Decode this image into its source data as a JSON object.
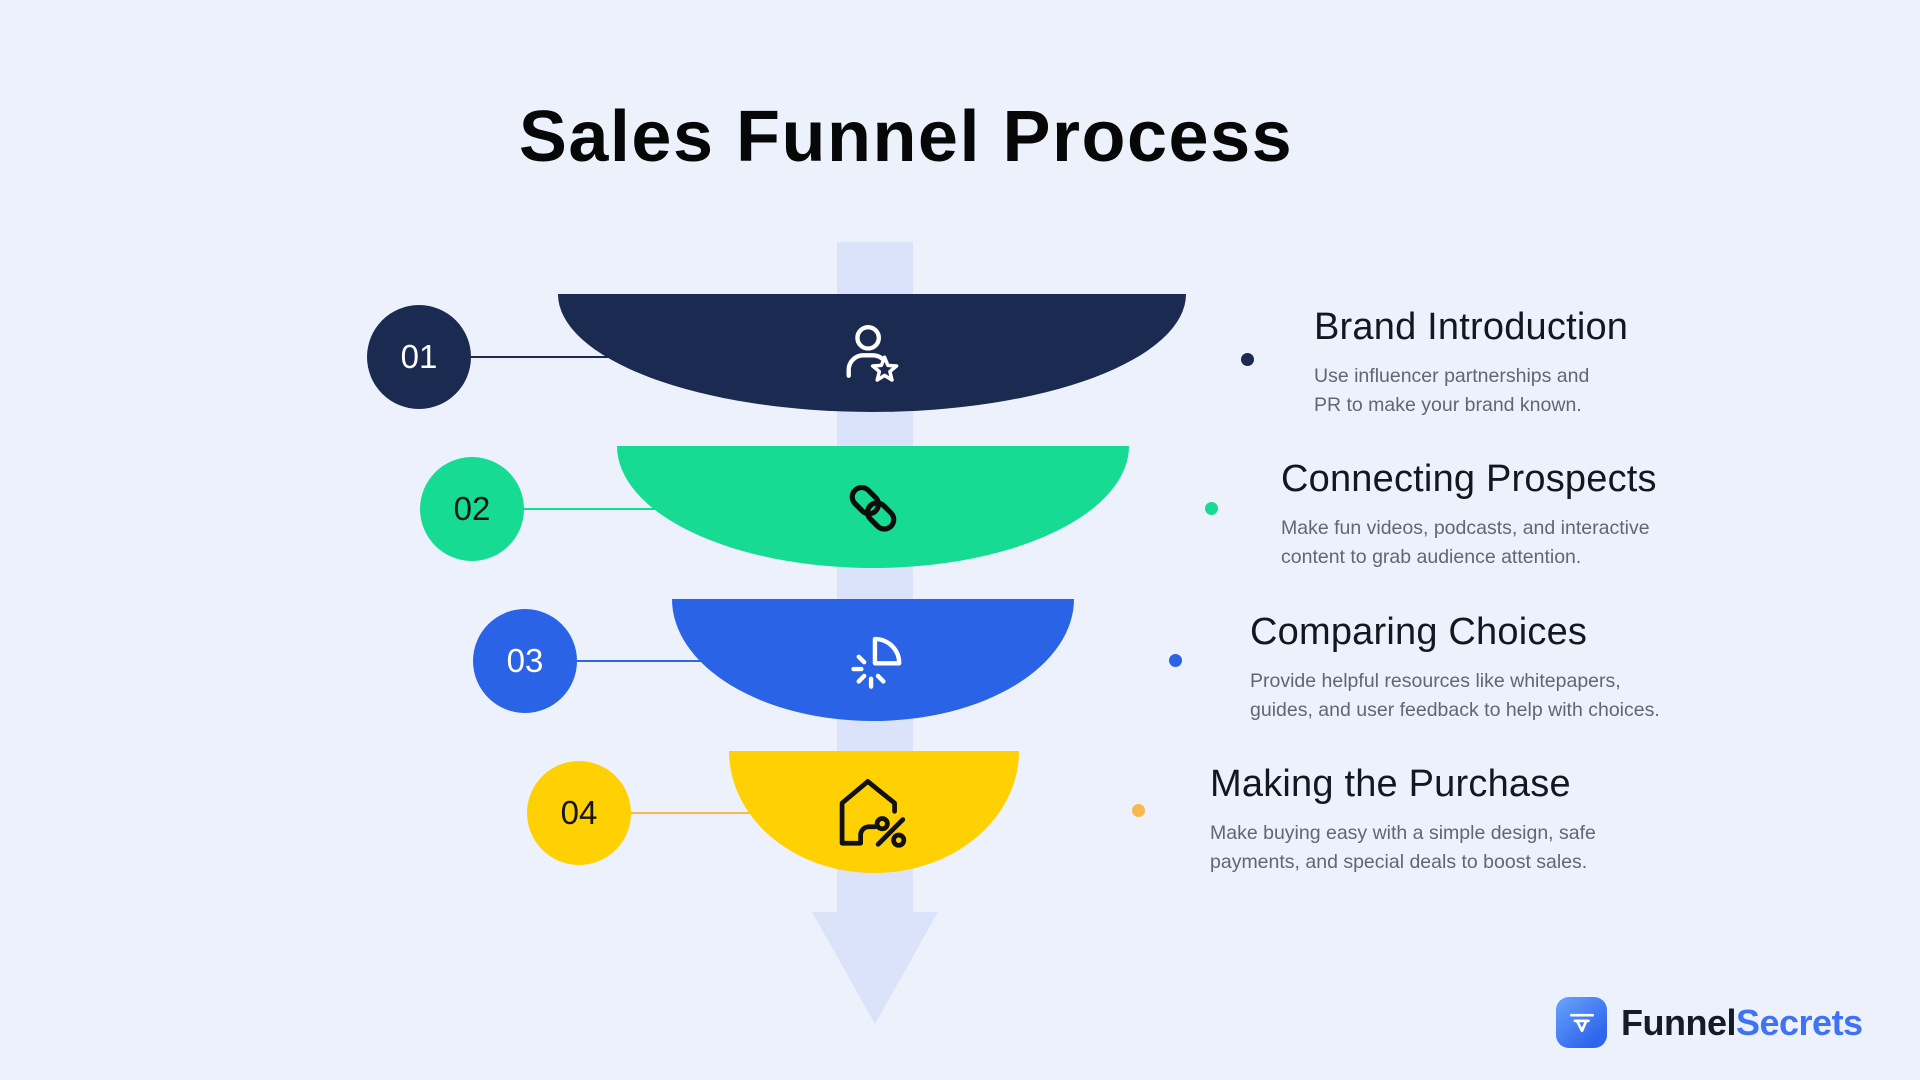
{
  "title": "Sales Funnel Process",
  "steps": [
    {
      "number": "01",
      "heading": "Brand Introduction",
      "desc_line1": "Use influencer partnerships and",
      "desc_line2": "PR to make your brand known.",
      "color": "#1b2a50",
      "icon": "user-star-icon"
    },
    {
      "number": "02",
      "heading": "Connecting Prospects",
      "desc_line1": "Make fun videos, podcasts, and interactive",
      "desc_line2": "content to grab audience attention.",
      "color": "#17da93",
      "icon": "chain-link-icon"
    },
    {
      "number": "03",
      "heading": "Comparing Choices",
      "desc_line1": "Provide helpful resources like whitepapers,",
      "desc_line2": "guides, and user feedback to help with choices.",
      "color": "#2a63e6",
      "icon": "pie-slice-icon"
    },
    {
      "number": "04",
      "heading": "Making the Purchase",
      "desc_line1": "Make buying easy with a simple design, safe",
      "desc_line2": "payments, and special deals to boost sales.",
      "color": "#ffd103",
      "icon": "house-percent-icon"
    }
  ],
  "logo": {
    "name_primary": "Funnel",
    "name_secondary": "Secrets",
    "icon": "funnel-logo-icon"
  },
  "colors": {
    "background": "#edf1fc",
    "arrow_band": "#dae3f9",
    "navy": "#1b2a50",
    "green": "#17da93",
    "blue": "#2a63e6",
    "yellow": "#ffd103",
    "accent_orange": "#f7b84e",
    "heading_text": "#13171f",
    "body_text": "#5f6775",
    "logo_primary": "#141b29",
    "logo_secondary": "#3f73f3"
  }
}
